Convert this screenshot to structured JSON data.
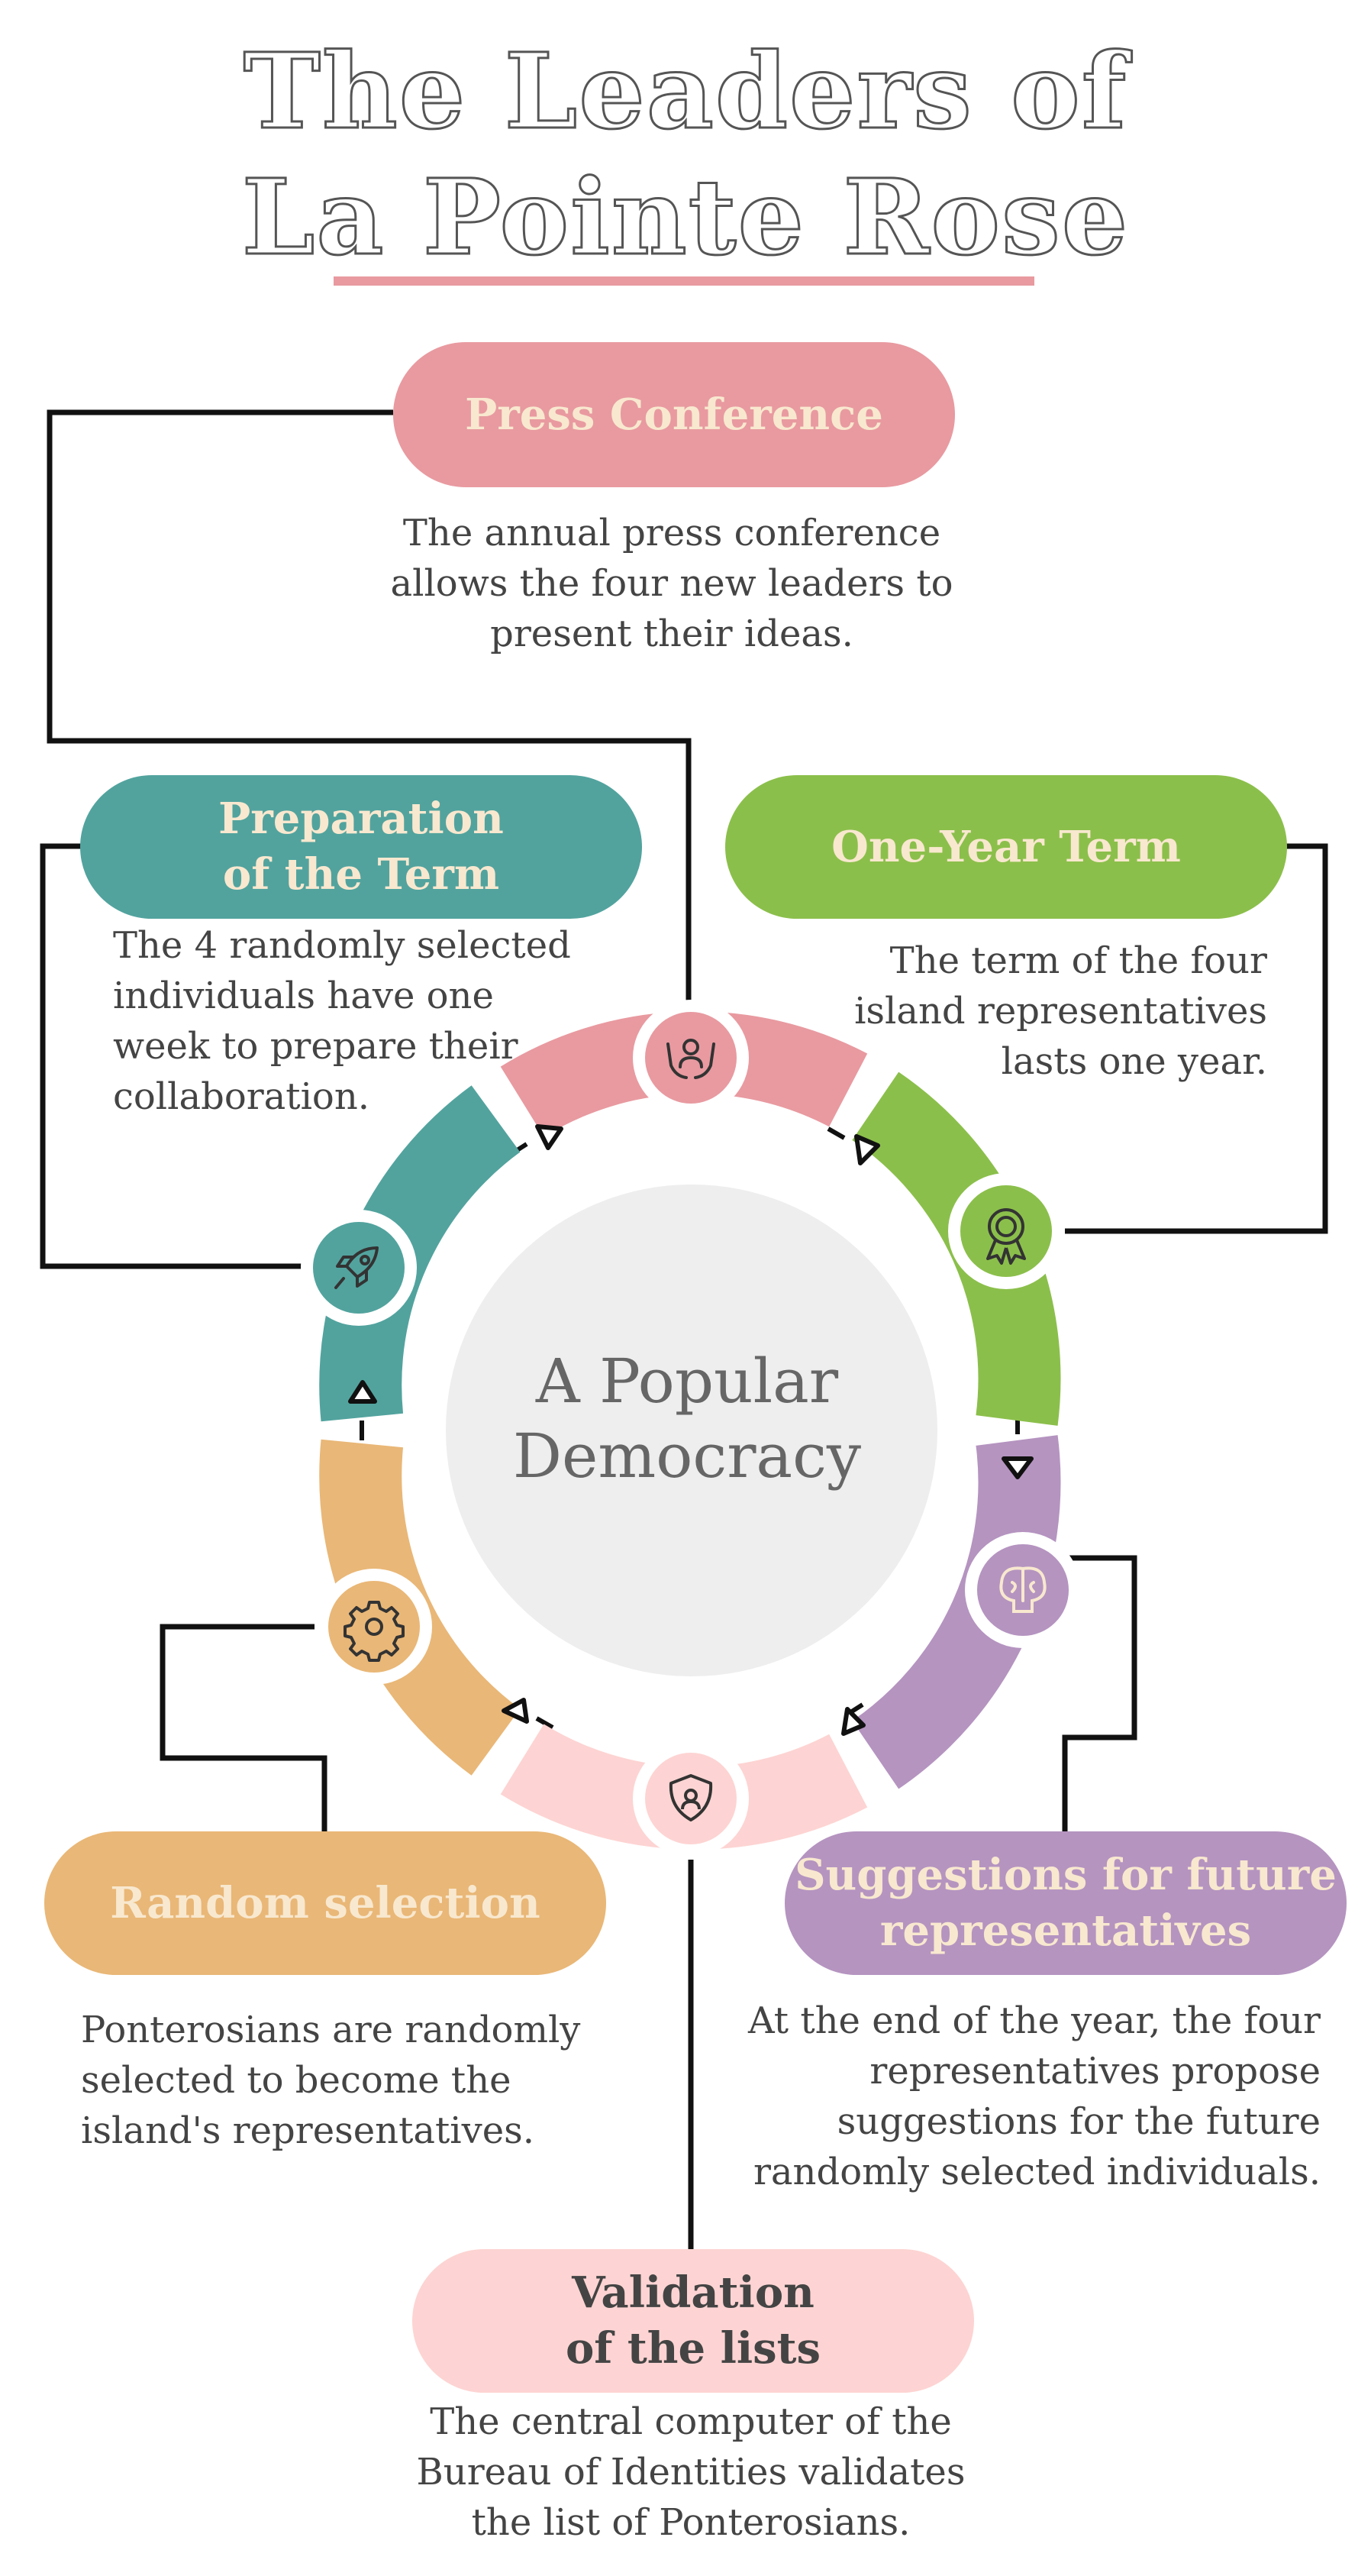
{
  "title": {
    "line1": "The Leaders of",
    "line2": "La Pointe Rose"
  },
  "center": {
    "text": "A Popular\nDemocracy"
  },
  "steps": {
    "press": {
      "label": "Press Conference",
      "description": "The annual press conference\nallows the four new leaders to\npresent their ideas.",
      "color": "#e89aa0",
      "icon": "raised-hands-icon"
    },
    "term": {
      "label": "One-Year Term",
      "description": "The term of the four\nisland representatives\nlasts one year.",
      "color": "#8bbf4b",
      "icon": "award-badge-icon"
    },
    "suggestions": {
      "label": "Suggestions for future\nrepresentatives",
      "description": "At the end of the year, the four\nrepresentatives propose\nsuggestions for the future\nrandomly selected individuals.",
      "color": "#b594c0",
      "icon": "brain-icon"
    },
    "validation": {
      "label": "Validation\nof the lists",
      "description": "The central computer of the\nBureau of Identities validates\nthe list of Ponterosians.",
      "color": "#fdd4d3",
      "icon": "shield-user-icon"
    },
    "random": {
      "label": "Random selection",
      "description": "Ponterosians are randomly\nselected to become the\nisland's representatives.",
      "color": "#e9b777",
      "icon": "gear-icon"
    },
    "preparation": {
      "label": "Preparation\nof the Term",
      "description": "The 4 randomly selected\nindividuals have one\nweek to prepare their\ncollaboration.",
      "color": "#52a39e",
      "icon": "rocket-icon"
    }
  },
  "colors": {
    "pill_text_light": "#f8e8cf",
    "pill_text_dark": "#444444",
    "connector": "#111111",
    "center_fill": "#eeeeee",
    "title_outline": "#555555",
    "underline": "#e89aa0"
  }
}
